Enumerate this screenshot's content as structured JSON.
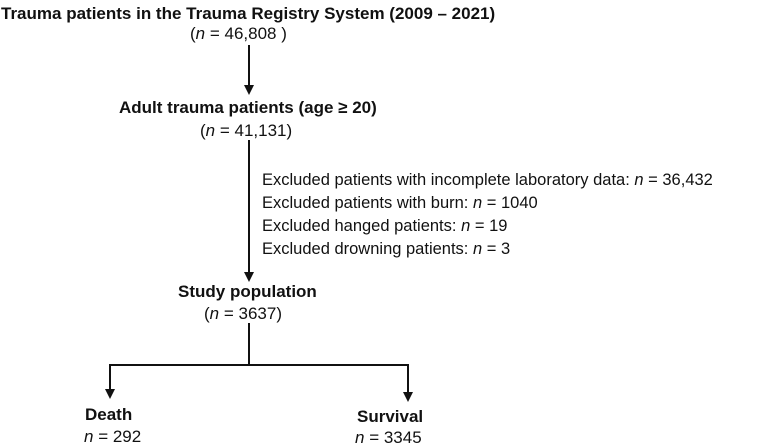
{
  "nodes": {
    "registry": {
      "title": "Trauma patients in the Trauma Registry System (2009 – 2021)",
      "count_var": "n",
      "count_value": " = 46,808 "
    },
    "adult": {
      "title": "Adult trauma patients (age ≥ 20)",
      "count_var": "n",
      "count_value": " = 41,131"
    },
    "study": {
      "title": "Study population",
      "count_var": "n",
      "count_value": " = 3637"
    },
    "death": {
      "title": "Death",
      "count_var": "n",
      "count_value": " = 292"
    },
    "survival": {
      "title": "Survival",
      "count_var": "n",
      "count_value": " = 3345"
    }
  },
  "exclusions": [
    {
      "text": "Excluded patients with incomplete laboratory data: ",
      "var": "n",
      "value": " = 36,432"
    },
    {
      "text": "Excluded  patients with burn: ",
      "var": "n",
      "value": " = 1040"
    },
    {
      "text": "Excluded  hanged patients: ",
      "var": "n",
      "value": " = 19"
    },
    {
      "text": "Excluded  drowning patients: ",
      "var": "n",
      "value": " = 3"
    }
  ]
}
